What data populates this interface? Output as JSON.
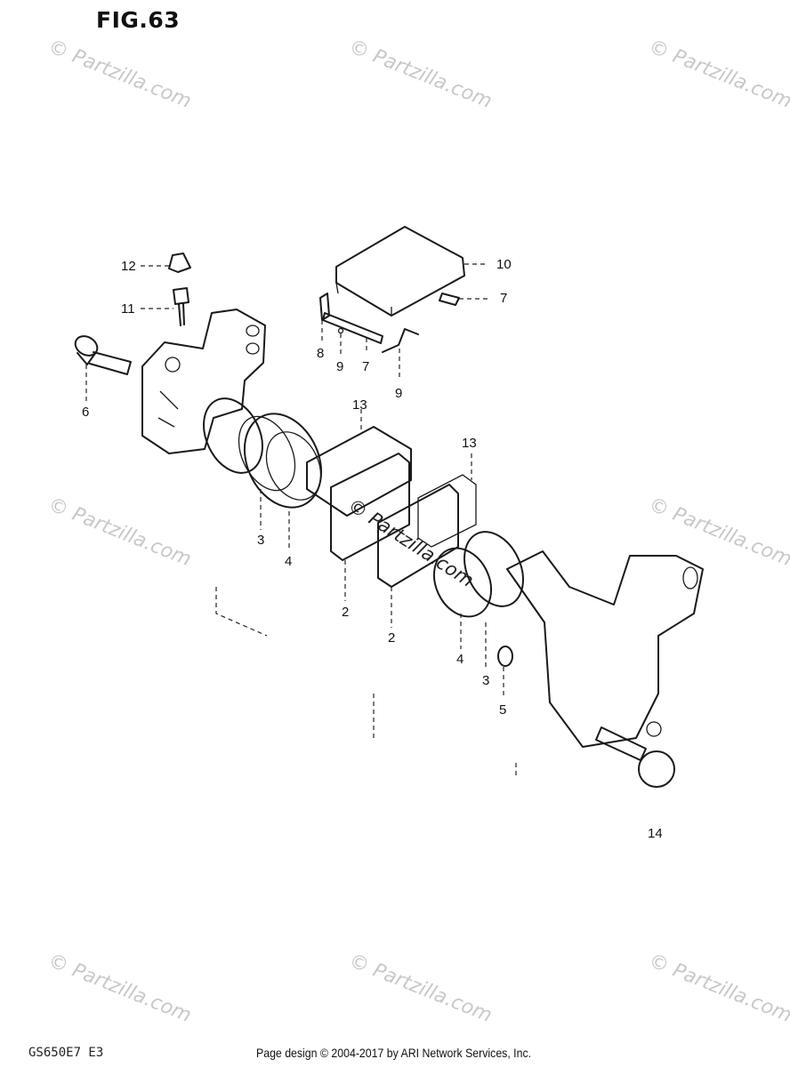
{
  "figure": {
    "title": "FIG.63"
  },
  "callouts": [
    {
      "id": "c12",
      "label": "12"
    },
    {
      "id": "c11",
      "label": "11"
    },
    {
      "id": "c10",
      "label": "10"
    },
    {
      "id": "c7a",
      "label": "7"
    },
    {
      "id": "c8",
      "label": "8"
    },
    {
      "id": "c9a",
      "label": "9"
    },
    {
      "id": "c7b",
      "label": "7"
    },
    {
      "id": "c9b",
      "label": "9"
    },
    {
      "id": "c6",
      "label": "6"
    },
    {
      "id": "c13a",
      "label": "13"
    },
    {
      "id": "c13b",
      "label": "13"
    },
    {
      "id": "c3a",
      "label": "3"
    },
    {
      "id": "c4a",
      "label": "4"
    },
    {
      "id": "c2a",
      "label": "2"
    },
    {
      "id": "c2b",
      "label": "2"
    },
    {
      "id": "c4b",
      "label": "4"
    },
    {
      "id": "c3b",
      "label": "3"
    },
    {
      "id": "c5",
      "label": "5"
    },
    {
      "id": "c14",
      "label": "14"
    }
  ],
  "watermark": {
    "text": "© Partzilla.com"
  },
  "footer": {
    "model_code": "GS650E7 E3",
    "credit": "Page design © 2004-2017 by ARI Network Services, Inc."
  }
}
